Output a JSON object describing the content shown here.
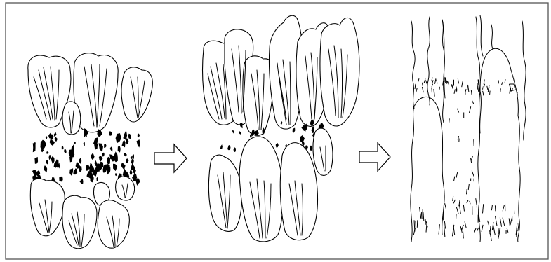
{
  "figure": {
    "panels": [
      {
        "name": "stage-1"
      },
      {
        "name": "stage-2"
      },
      {
        "name": "stage-3"
      }
    ],
    "arrows": [
      {
        "name": "arrow-1-to-2"
      },
      {
        "name": "arrow-2-to-3"
      }
    ],
    "colors": {
      "line": "#000000",
      "background": "#ffffff",
      "frame": "#555555"
    }
  }
}
